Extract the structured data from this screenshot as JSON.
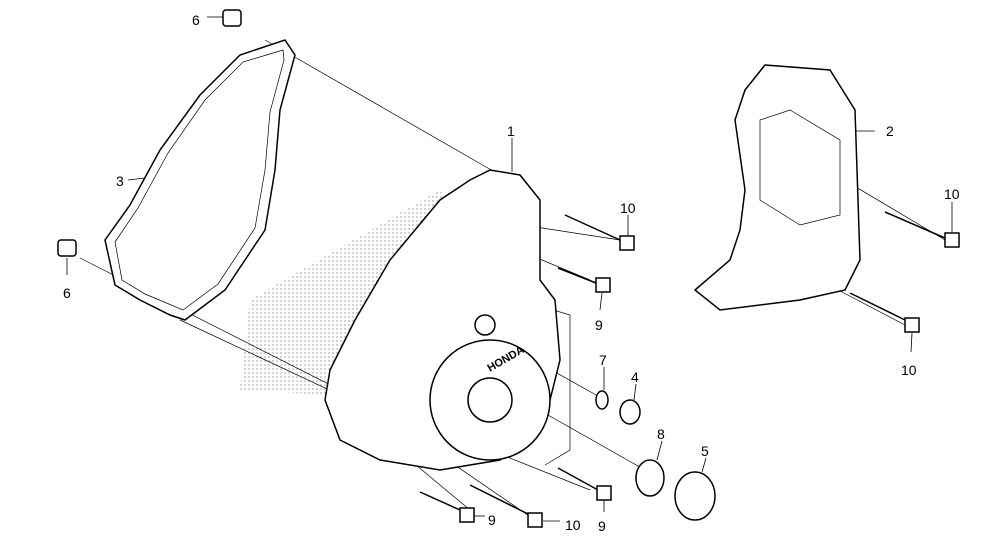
{
  "diagram": {
    "logo_text": "HONDA",
    "callouts": [
      {
        "id": "c6a",
        "text": "6"
      },
      {
        "id": "c3",
        "text": "3"
      },
      {
        "id": "c6b",
        "text": "6"
      },
      {
        "id": "c1",
        "text": "1"
      },
      {
        "id": "c10a",
        "text": "10"
      },
      {
        "id": "c9a",
        "text": "9"
      },
      {
        "id": "c7",
        "text": "7"
      },
      {
        "id": "c4",
        "text": "4"
      },
      {
        "id": "c8",
        "text": "8"
      },
      {
        "id": "c5",
        "text": "5"
      },
      {
        "id": "c9b",
        "text": "9"
      },
      {
        "id": "c10b",
        "text": "10"
      },
      {
        "id": "c9c",
        "text": "9"
      },
      {
        "id": "c2",
        "text": "2"
      },
      {
        "id": "c10c",
        "text": "10"
      },
      {
        "id": "c10d",
        "text": "10"
      }
    ]
  }
}
